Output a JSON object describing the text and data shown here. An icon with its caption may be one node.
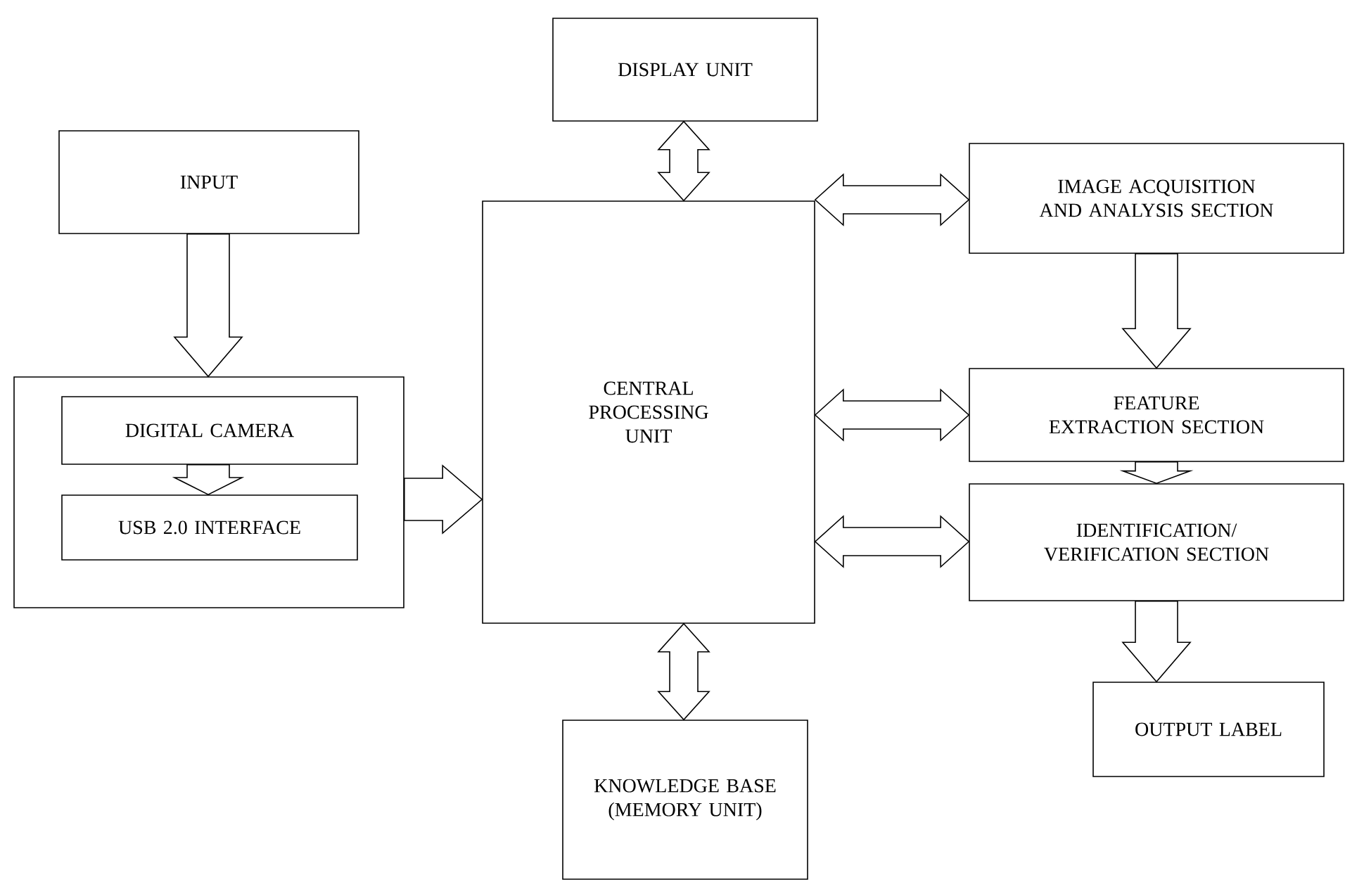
{
  "diagram": {
    "nodes": [
      {
        "text": [
          "DISPLAY UNIT"
        ]
      },
      {
        "text": [
          "INPUT"
        ]
      },
      {
        "text": [],
        "shape": "box"
      },
      {
        "text": [
          "DIGITAL CAMERA"
        ],
        "in": 2
      },
      {
        "text": [
          "USB 2.0 INTERFACE"
        ],
        "in": 2
      },
      {
        "text": [
          "CENTRAL PROCESSING UNIT"
        ]
      },
      {
        "text": [
          "IMAGE ACQUISITION AND ANALYSIS SECTION"
        ]
      },
      {
        "text": [
          "FEATURE EXTRACTION SECTION"
        ]
      },
      {
        "text": [
          "IDENTIFICATION/ VERIFICATION SECTION"
        ]
      },
      {
        "text": [
          "OUTPUT LABEL"
        ]
      },
      {
        "text": [
          "KNOWLEDGE BASE (MEMORY UNIT)"
        ]
      }
    ],
    "edges": [
      {
        "from": 5,
        "to": 0,
        "arrow": "both"
      },
      {
        "from": 1,
        "to": 2,
        "arrow": "to"
      },
      {
        "from": 3,
        "to": 4,
        "arrow": "to"
      },
      {
        "from": 2,
        "to": 5,
        "arrow": "to"
      },
      {
        "from": 5,
        "to": 6,
        "arrow": "both"
      },
      {
        "from": 6,
        "to": 7,
        "arrow": "to"
      },
      {
        "from": 5,
        "to": 7,
        "arrow": "both"
      },
      {
        "from": 7,
        "to": 8,
        "arrow": "to"
      },
      {
        "from": 5,
        "to": 8,
        "arrow": "both"
      },
      {
        "from": 8,
        "to": 9,
        "arrow": "to"
      },
      {
        "from": 5,
        "to": 10,
        "arrow": "both"
      }
    ]
  }
}
